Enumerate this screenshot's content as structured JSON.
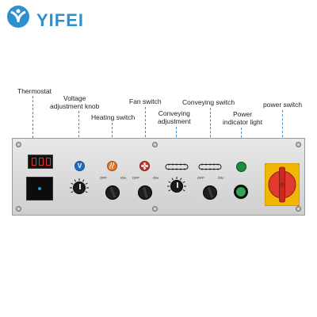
{
  "brand": {
    "name": "YIFEI",
    "color": "#2e8fcf"
  },
  "labels": {
    "thermostat": "Thermostat",
    "voltage_line1": "Voltage",
    "voltage_line2": "adjustment knob",
    "heating": "Heating switch",
    "fan": "Fan switch",
    "conveying_adj_line1": "Conveying",
    "conveying_adj_line2": "adjustment",
    "conveying_switch": "Conveying switch",
    "power_ind_line1": "Power",
    "power_ind_line2": "indicator light",
    "power_switch": "power switch"
  },
  "panel": {
    "off": "OFF",
    "on": "ON",
    "voltage_symbol": "V"
  },
  "colors": {
    "lead_line": "#4a8fc4",
    "power_red": "#e03a2f",
    "power_yellow": "#f2b705",
    "indicator_green": "#2fa654"
  }
}
